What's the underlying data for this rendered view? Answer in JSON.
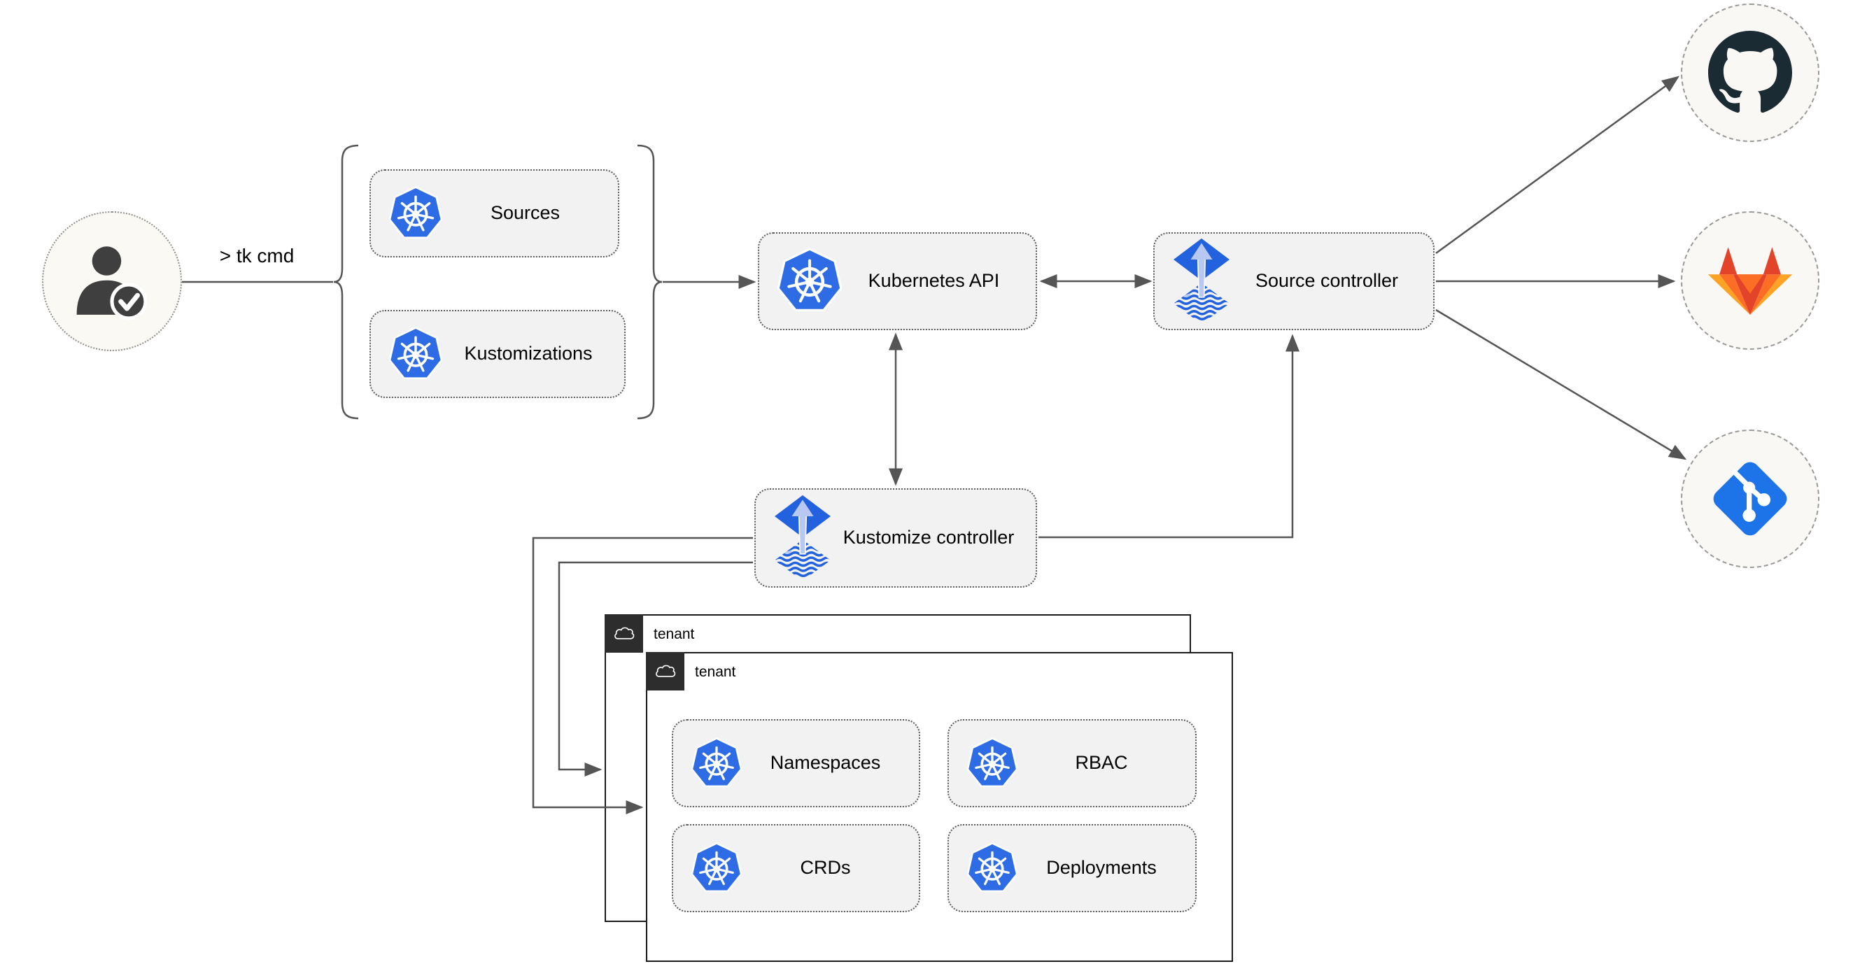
{
  "diagram": {
    "user": {
      "icon": "user-check-icon",
      "command_label": "> tk cmd"
    },
    "cli_resources": [
      {
        "label": "Sources",
        "icon": "kubernetes-icon"
      },
      {
        "label": "Kustomizations",
        "icon": "kubernetes-icon"
      }
    ],
    "cluster": {
      "kubernetes_api": {
        "label": "Kubernetes API",
        "icon": "kubernetes-icon"
      },
      "source_controller": {
        "label": "Source controller",
        "icon": "flux-icon"
      },
      "kustomize_controller": {
        "label": "Kustomize controller",
        "icon": "flux-icon"
      }
    },
    "git_providers": [
      {
        "name": "GitHub",
        "icon": "github-octocat-icon"
      },
      {
        "name": "GitLab",
        "icon": "gitlab-fox-icon"
      },
      {
        "name": "Git",
        "icon": "git-branch-icon"
      }
    ],
    "tenants": [
      {
        "label": "tenant",
        "icon": "cloud-icon"
      },
      {
        "label": "tenant",
        "icon": "cloud-icon",
        "resources": [
          {
            "label": "Namespaces",
            "icon": "kubernetes-icon"
          },
          {
            "label": "RBAC",
            "icon": "kubernetes-icon"
          },
          {
            "label": "CRDs",
            "icon": "kubernetes-icon"
          },
          {
            "label": "Deployments",
            "icon": "kubernetes-icon"
          }
        ]
      }
    ],
    "edges": [
      "user -> cli-resources-bracket",
      "cli-resources-bracket -> kubernetes-api",
      "kubernetes-api <-> source-controller",
      "kubernetes-api <-> kustomize-controller",
      "kustomize-controller -> source-controller",
      "source-controller -> github",
      "source-controller -> gitlab",
      "source-controller -> git",
      "kustomize-controller -> tenant-front",
      "kustomize-controller -> tenant-back"
    ],
    "colors": {
      "kubernetes_blue": "#2e6ce5",
      "flux_blue": "#2262df",
      "flux_arrow_light": "#b9c8f2",
      "github_dark": "#1b2b34",
      "gitlab_red": "#e24329",
      "gitlab_orange": "#fc6d26",
      "gitlab_light_orange": "#fca326",
      "git_blue": "#1d74e8",
      "connector_gray": "#555555",
      "node_fill": "#f2f2f2",
      "tenant_tab_dark": "#2d2d2d"
    }
  }
}
